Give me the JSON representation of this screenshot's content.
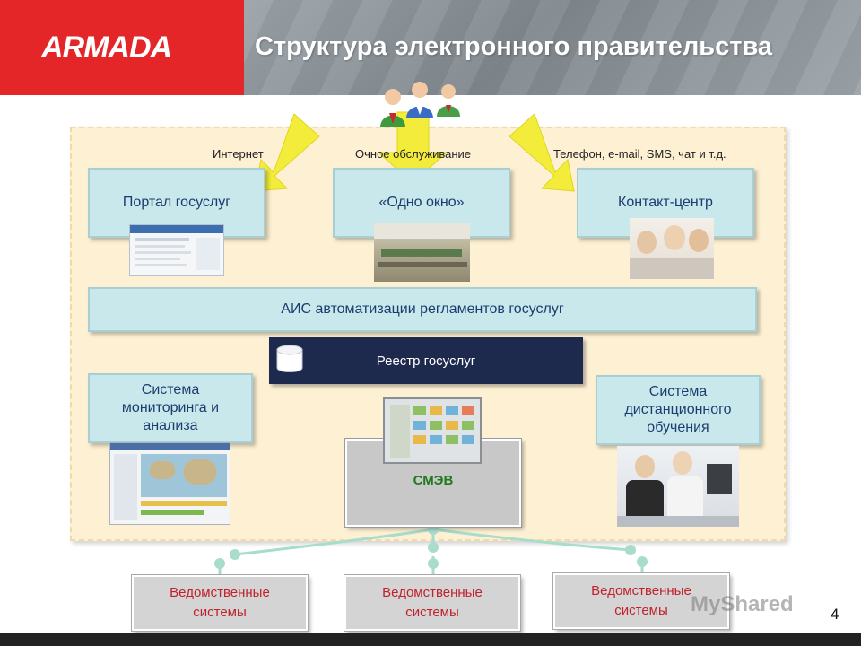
{
  "header": {
    "logo": "ARMADA",
    "title": "Структура электронного правительства"
  },
  "channels": {
    "internet": "Интернет",
    "in_person": "Очное обслуживание",
    "phone": "Телефон, e-mail, SMS, чат и т.д."
  },
  "boxes": {
    "portal": "Портал госуслуг",
    "one_window": "«Одно окно»",
    "contact_center": "Контакт-центр",
    "ais": "АИС автоматизации регламентов госуслуг",
    "registry": "Реестр госуслуг",
    "monitoring_l1": "Система",
    "monitoring_l2": "мониторинга и",
    "monitoring_l3": "анализа",
    "distance_l1": "Система",
    "distance_l2": "дистанционного",
    "distance_l3": "обучения",
    "smev": "СМЭВ"
  },
  "departments": [
    {
      "line1": "Ведомственные",
      "line2": "системы"
    },
    {
      "line1": "Ведомственные",
      "line2": "системы"
    },
    {
      "line1": "Ведомственные",
      "line2": "системы"
    }
  ],
  "page_number": "4",
  "watermark": "MyShared",
  "colors": {
    "logo_red": "#e52629",
    "box_fill": "#c9e8ec",
    "box_text": "#1b3d6e",
    "panel_fill": "#fdf0d3",
    "registry_fill": "#1d2a4d",
    "smev_text": "#1f7a1f",
    "dept_text": "#c0222a",
    "arrow_yellow": "#f3ec3a",
    "connector": "#a8dccc"
  }
}
